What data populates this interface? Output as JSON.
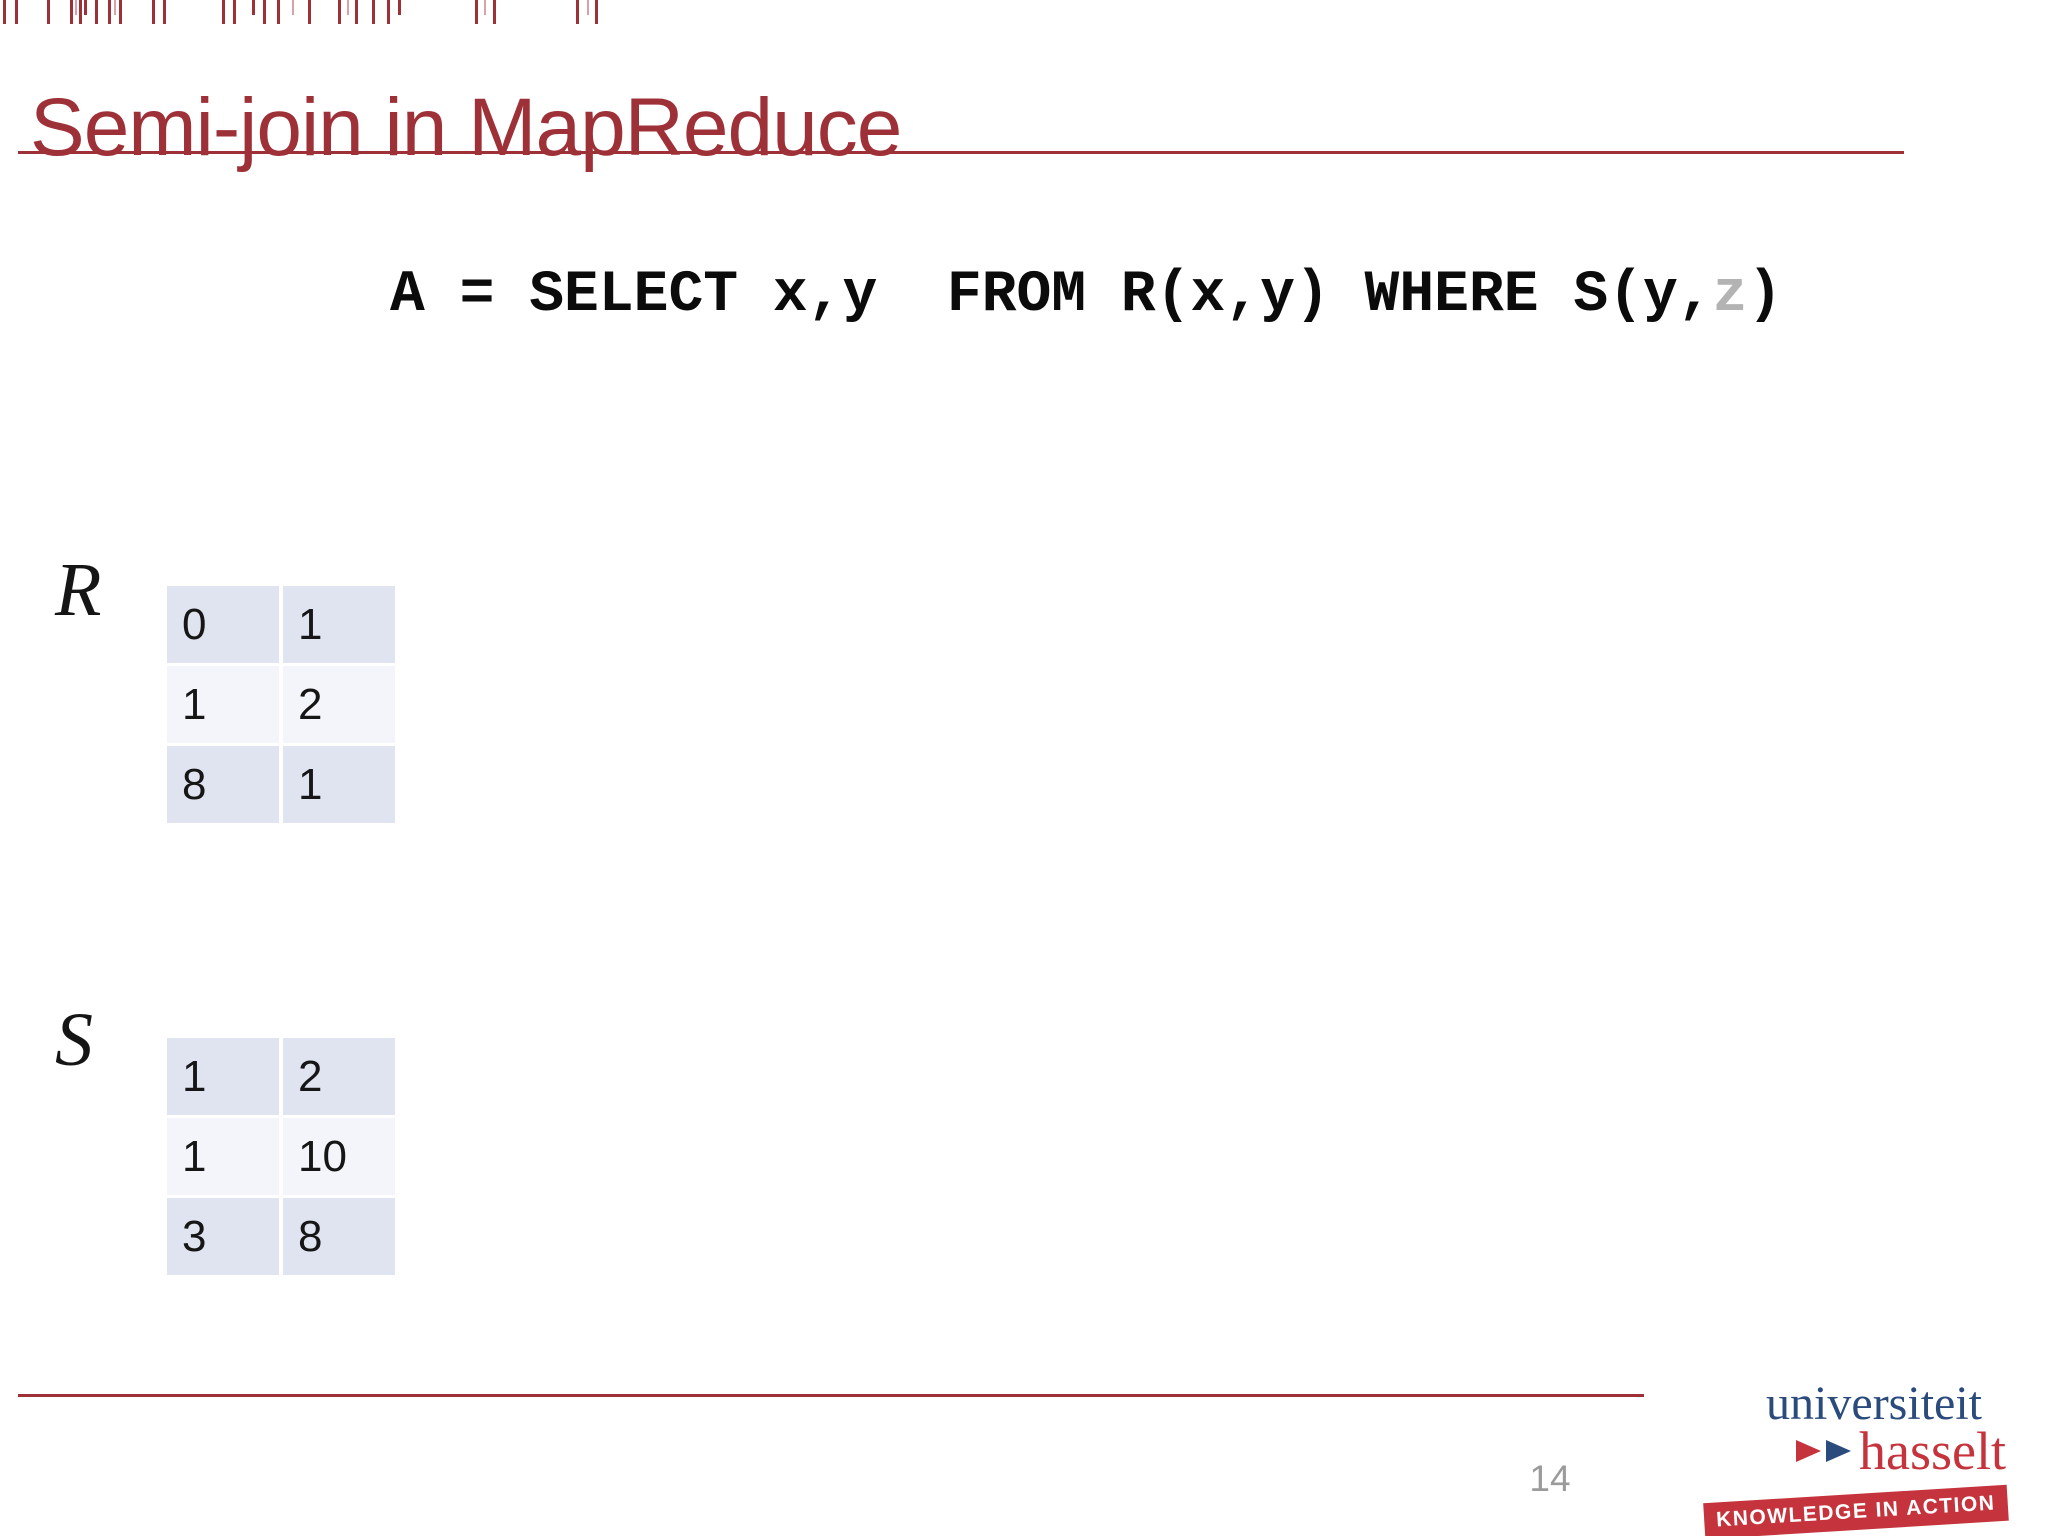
{
  "header": {
    "title": "Semi-join in MapReduce"
  },
  "code": {
    "prefix": "A = SELECT x,y  FROM R(x,y) WHERE S(y,",
    "faded": "z",
    "suffix": ")"
  },
  "tables": [
    {
      "label": "R",
      "rows": [
        [
          "0",
          "1"
        ],
        [
          "1",
          "2"
        ],
        [
          "8",
          "1"
        ]
      ]
    },
    {
      "label": "S",
      "rows": [
        [
          "1",
          "2"
        ],
        [
          "1",
          "10"
        ],
        [
          "3",
          "8"
        ]
      ]
    }
  ],
  "footer": {
    "page_number": "14"
  },
  "logo": {
    "line1": "universiteit",
    "line2": "hasselt",
    "banner": "KNOWLEDGE IN ACTION"
  },
  "colors": {
    "accent_red": "#9e3038",
    "code_faded": "#b3b3b3",
    "logo_blue": "#2a4b7c",
    "logo_red": "#c5343c",
    "row_dark": "#dfe4f0",
    "row_light": "#f3f5fa"
  }
}
